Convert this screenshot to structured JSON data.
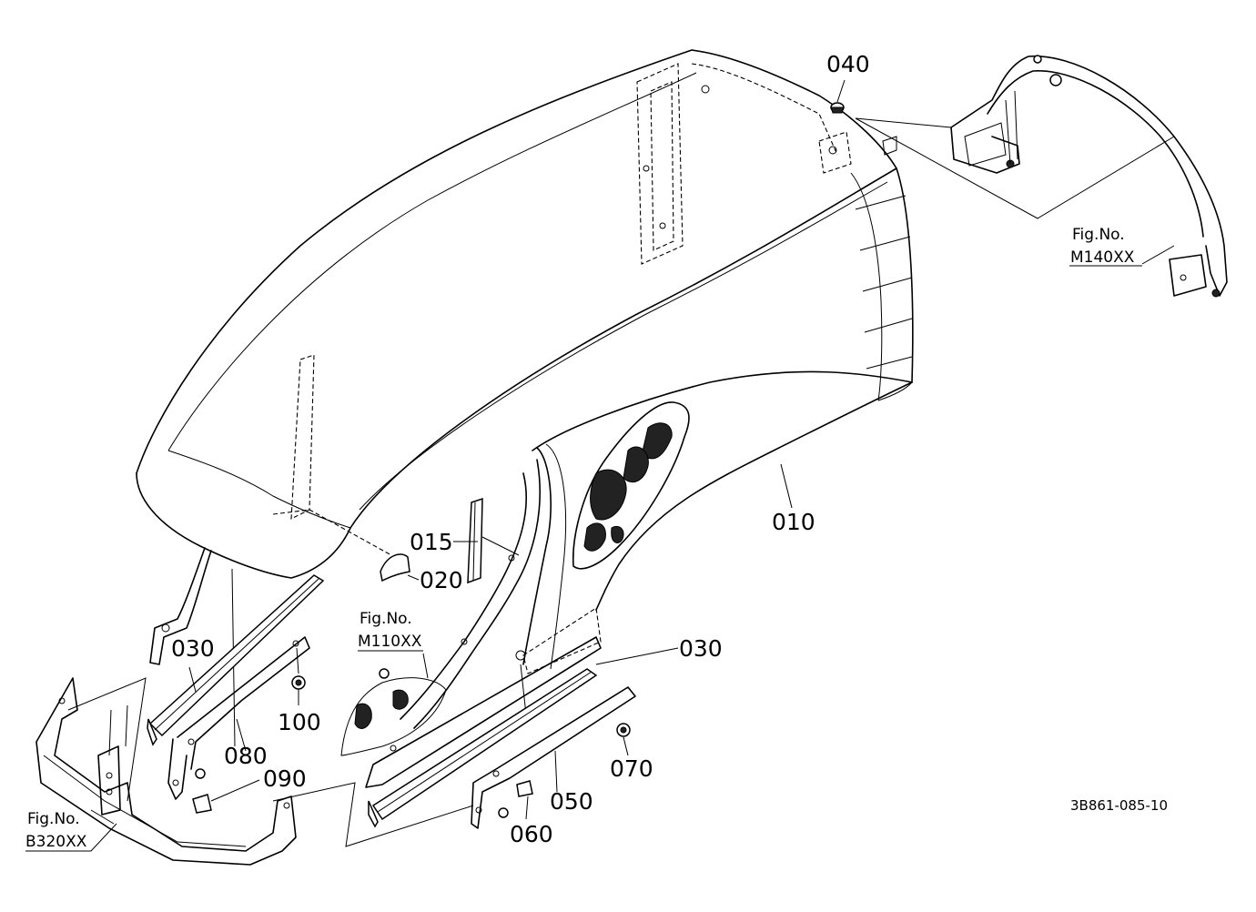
{
  "parts": {
    "p010": "010",
    "p015": "015",
    "p020": "020",
    "p030a": "030",
    "p030b": "030",
    "p040": "040",
    "p050": "050",
    "p060": "060",
    "p070": "070",
    "p080": "080",
    "p090": "090",
    "p100": "100"
  },
  "refs": {
    "m140": {
      "line1": "Fig.No.",
      "line2": "M140XX"
    },
    "m110": {
      "line1": "Fig.No.",
      "line2": "M110XX"
    },
    "b320": {
      "line1": "Fig.No.",
      "line2": "B320XX"
    }
  },
  "drawing_code": "3B861-085-10"
}
